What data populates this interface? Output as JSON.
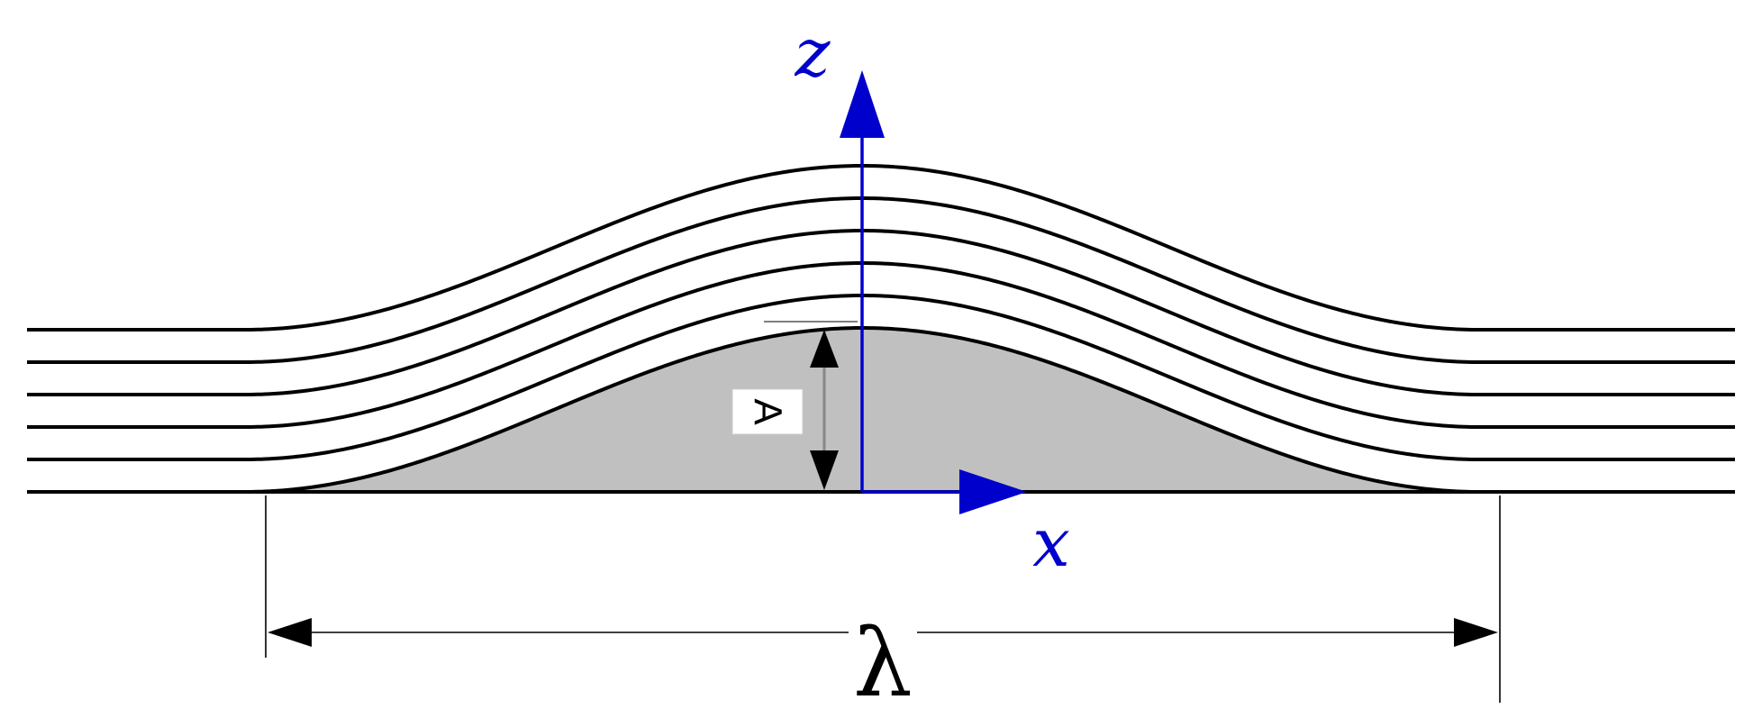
{
  "diagram": {
    "labels": {
      "z_axis": "z",
      "x_axis": "x",
      "amplitude": "A",
      "wavelength": "λ"
    },
    "colors": {
      "axes": "#0000cc",
      "layer_lines": "#000000",
      "bump_fill": "#c0c0c0",
      "dimension_lines": "#000000",
      "background": "#ffffff"
    }
  }
}
